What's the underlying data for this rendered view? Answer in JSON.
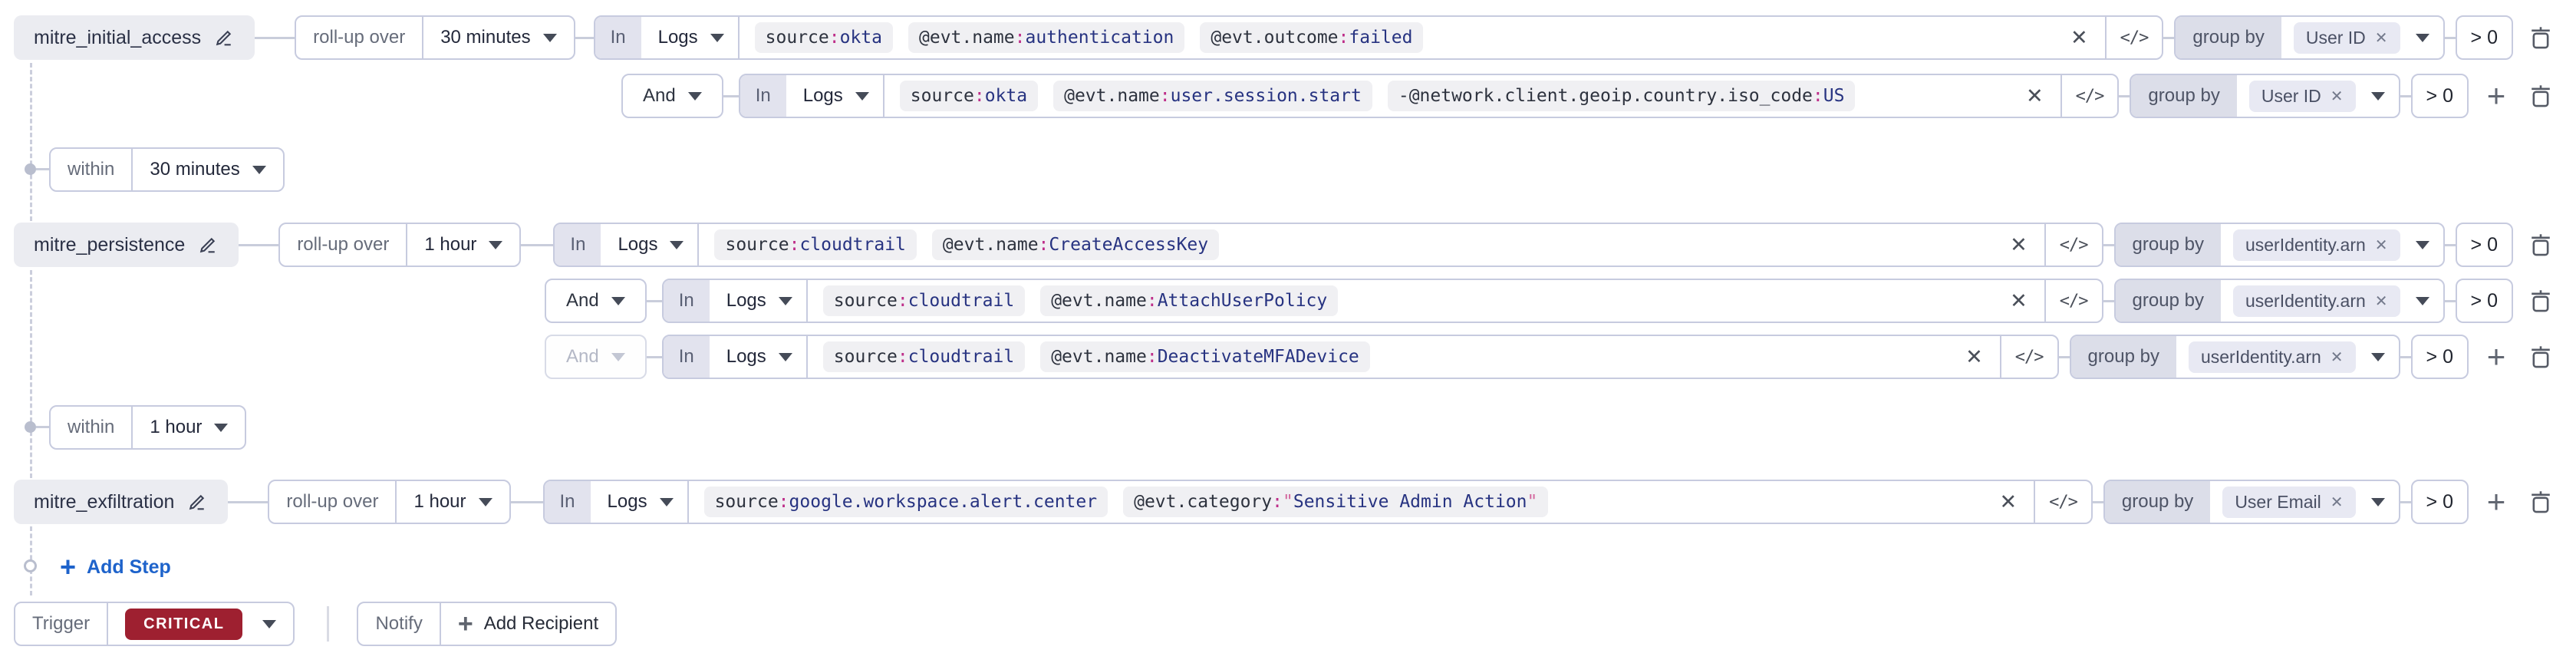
{
  "punct": {
    "colon": ":"
  },
  "icons": {
    "close": "✕",
    "code": "</>"
  },
  "steps": [
    {
      "name": "mitre_initial_access",
      "rollup_label": "roll-up over",
      "rollup_value": "30 minutes",
      "within_label": "within",
      "within_value": "30 minutes",
      "rows": [
        {
          "scope": "In",
          "source": "Logs",
          "tokens": [
            {
              "k": "source",
              "v": "okta"
            },
            {
              "k": "@evt.name",
              "v": "authentication"
            },
            {
              "k": "@evt.outcome",
              "v": "failed"
            }
          ],
          "group_label": "group by",
          "group_value": "User ID",
          "threshold": "> 0"
        },
        {
          "op": "And",
          "scope": "In",
          "source": "Logs",
          "tokens": [
            {
              "k": "source",
              "v": "okta"
            },
            {
              "k": "@evt.name",
              "v": "user.session.start"
            },
            {
              "k": "-@network.client.geoip.country.iso_code",
              "v": "US"
            }
          ],
          "group_label": "group by",
          "group_value": "User ID",
          "threshold": "> 0"
        }
      ]
    },
    {
      "name": "mitre_persistence",
      "rollup_label": "roll-up over",
      "rollup_value": "1 hour",
      "within_label": "within",
      "within_value": "1 hour",
      "rows": [
        {
          "scope": "In",
          "source": "Logs",
          "tokens": [
            {
              "k": "source",
              "v": "cloudtrail"
            },
            {
              "k": "@evt.name",
              "v": "CreateAccessKey"
            }
          ],
          "group_label": "group by",
          "group_value": "userIdentity.arn",
          "threshold": "> 0"
        },
        {
          "op": "And",
          "scope": "In",
          "source": "Logs",
          "tokens": [
            {
              "k": "source",
              "v": "cloudtrail"
            },
            {
              "k": "@evt.name",
              "v": "AttachUserPolicy"
            }
          ],
          "group_label": "group by",
          "group_value": "userIdentity.arn",
          "threshold": "> 0"
        },
        {
          "op": "And",
          "scope": "In",
          "source": "Logs",
          "tokens": [
            {
              "k": "source",
              "v": "cloudtrail"
            },
            {
              "k": "@evt.name",
              "v": "DeactivateMFADevice"
            }
          ],
          "group_label": "group by",
          "group_value": "userIdentity.arn",
          "threshold": "> 0"
        }
      ]
    },
    {
      "name": "mitre_exfiltration",
      "rollup_label": "roll-up over",
      "rollup_value": "1 hour",
      "rows": [
        {
          "scope": "In",
          "source": "Logs",
          "tokens": [
            {
              "k": "source",
              "v": "google.workspace.alert.center"
            },
            {
              "k": "@evt.category",
              "q": "\"",
              "v": "Sensitive Admin Action"
            }
          ],
          "group_label": "group by",
          "group_value": "User Email",
          "threshold": "> 0"
        }
      ]
    }
  ],
  "add_step_label": "Add Step",
  "trigger": {
    "label": "Trigger",
    "severity": "CRITICAL"
  },
  "notify": {
    "label": "Notify",
    "add_recipient_label": "Add Recipient"
  },
  "colors": {
    "accent_blue": "#1E63CB",
    "critical_red": "#9E2030",
    "token_key": "#2D323E",
    "token_colon": "#BE2D89",
    "token_value": "#273381"
  }
}
